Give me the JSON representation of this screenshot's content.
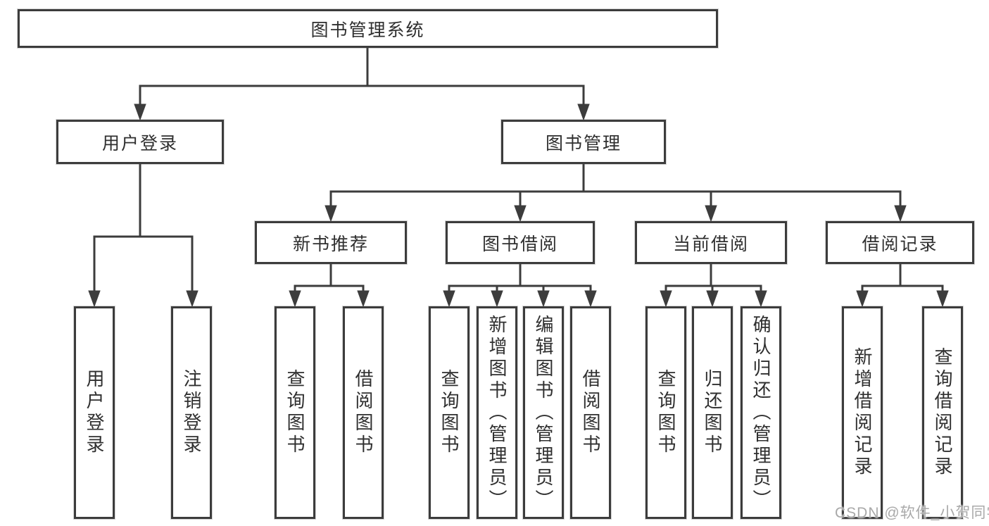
{
  "colors": {
    "line": "#3c3c3c",
    "text": "#2f2f2f",
    "background": "#ffffff",
    "watermark_color": "#a9a9a9"
  },
  "watermark": "CSDN @软件_小贺同学",
  "tree": {
    "root": "图书管理系统",
    "branches": [
      {
        "label": "用户登录",
        "children": [
          "用户登录",
          "注销登录"
        ]
      },
      {
        "label": "图书管理",
        "groups": [
          {
            "label": "新书推荐",
            "children": [
              "查询图书",
              "借阅图书"
            ]
          },
          {
            "label": "图书借阅",
            "children": [
              "查询图书",
              "新增图书（管理员）",
              "编辑图书（管理员）",
              "借阅图书"
            ]
          },
          {
            "label": "当前借阅",
            "children": [
              "查询图书",
              "归还图书",
              "确认归还（管理员）"
            ]
          },
          {
            "label": "借阅记录",
            "children": [
              "新增借阅记录",
              "查询借阅记录"
            ]
          }
        ]
      }
    ]
  }
}
